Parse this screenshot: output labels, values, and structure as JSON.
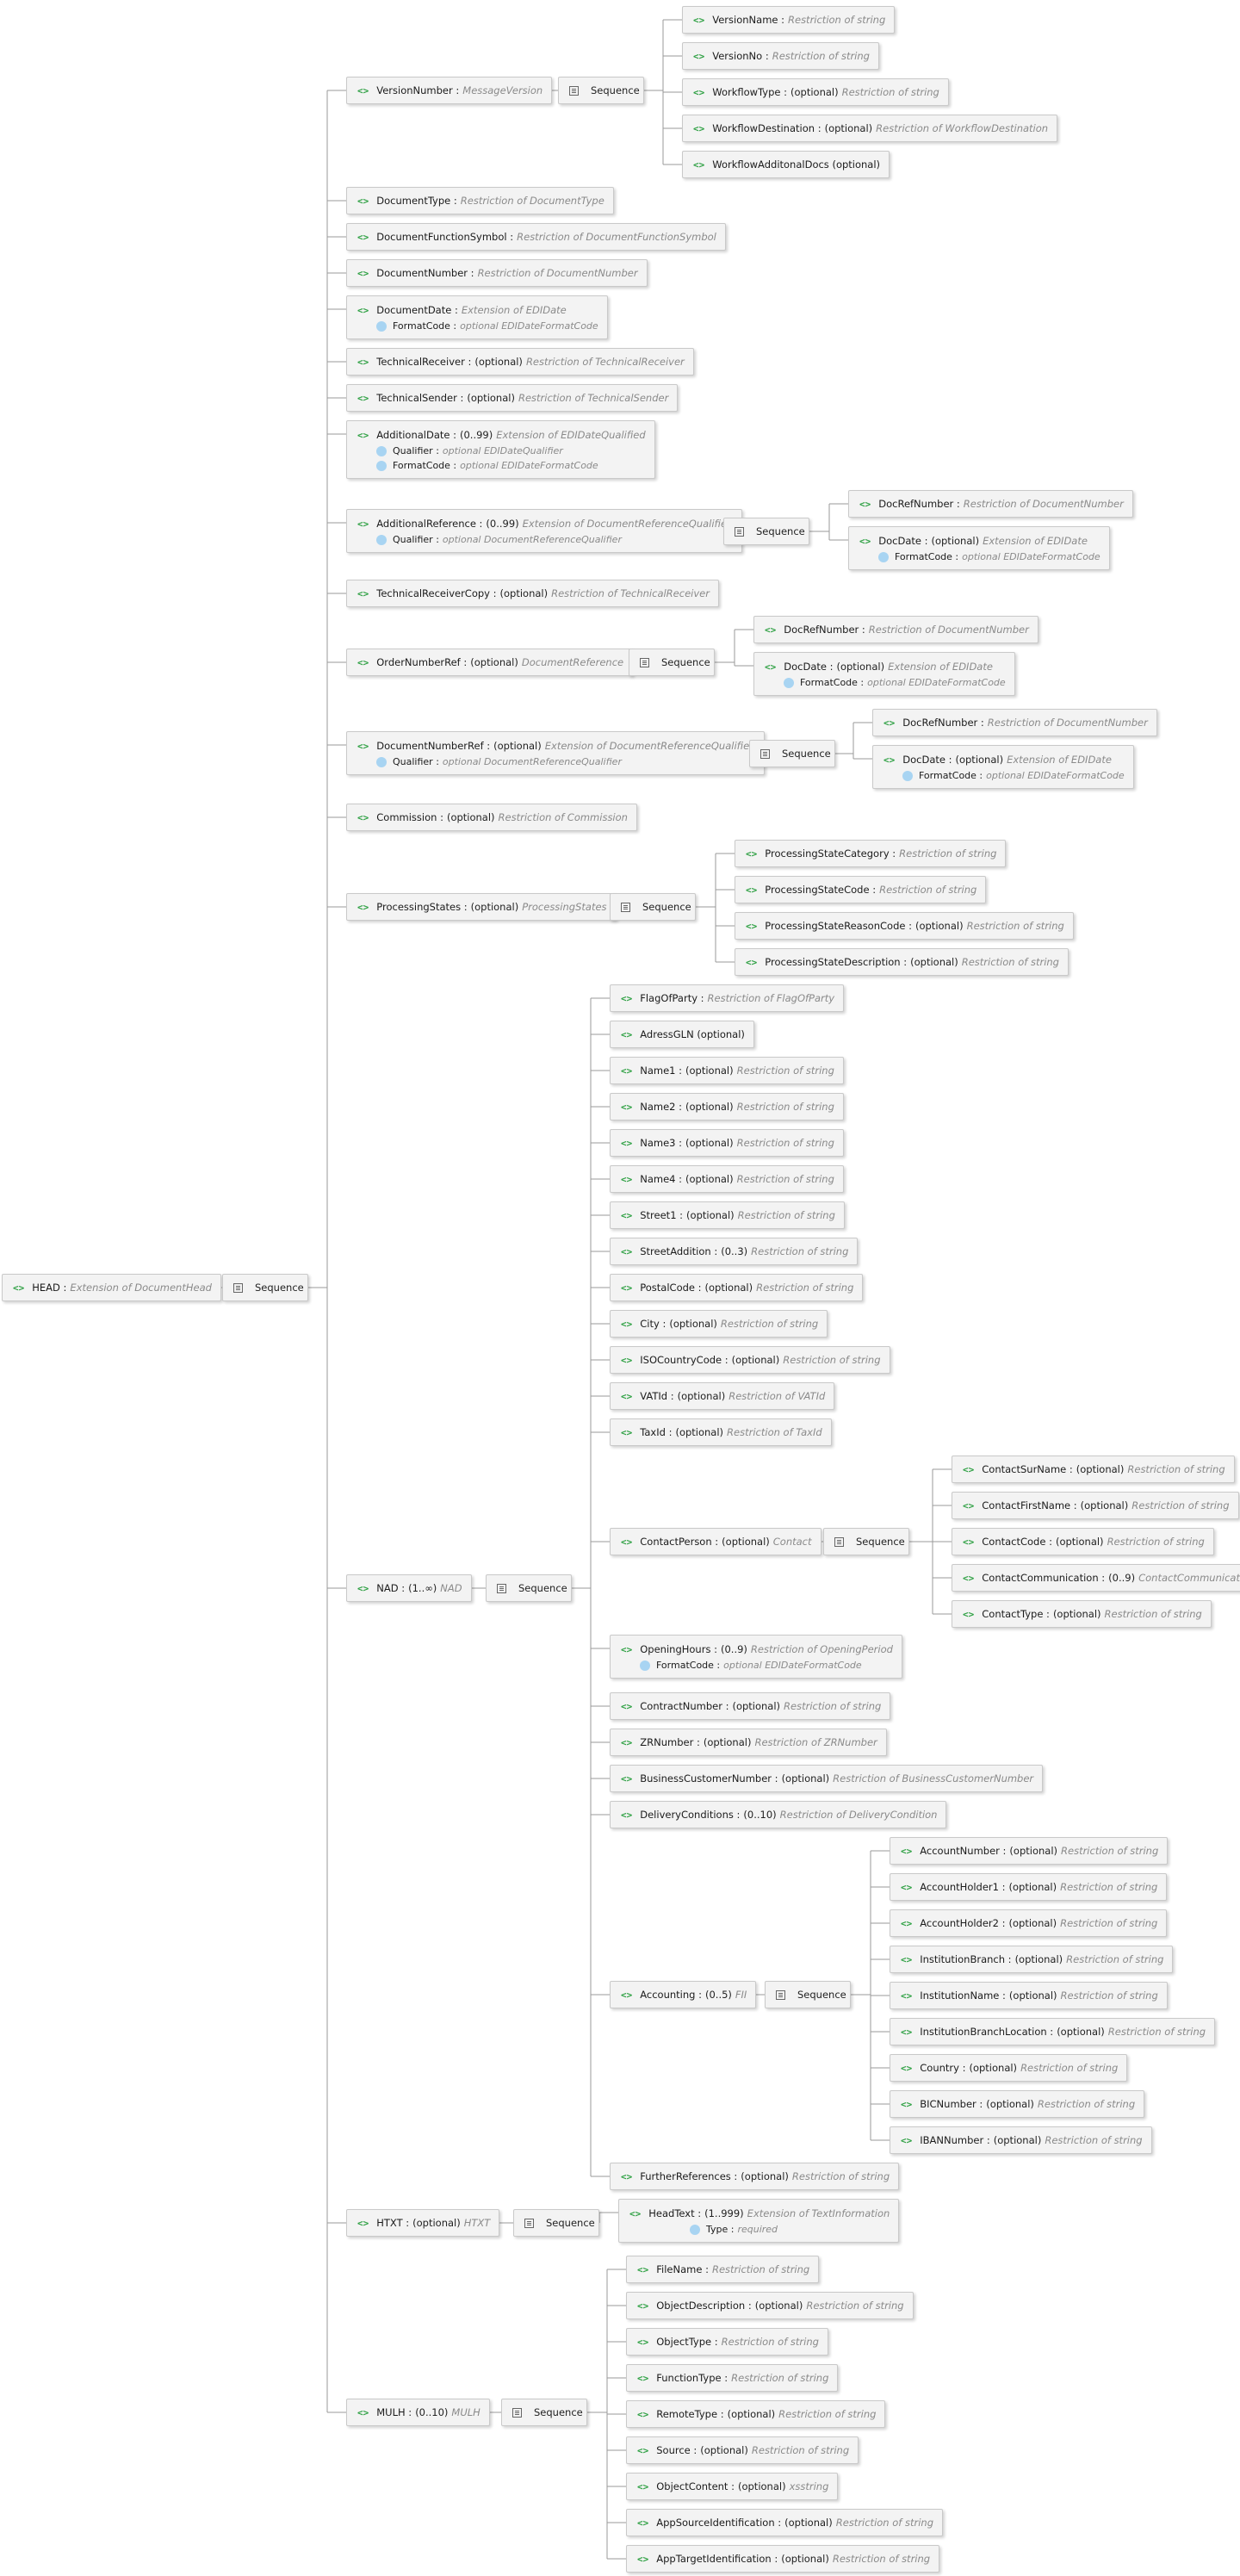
{
  "labels": {
    "sequence": "Sequence"
  },
  "root": {
    "name": "HEAD",
    "type": "Extension of DocumentHead"
  },
  "nodes": [
    {
      "id": "vn",
      "name": "VersionNumber",
      "type": "MessageVersion"
    },
    {
      "id": "vn1",
      "name": "VersionName",
      "type": "Restriction of string"
    },
    {
      "id": "vn2",
      "name": "VersionNo",
      "type": "Restriction of string"
    },
    {
      "id": "vn3",
      "name": "WorkflowType",
      "opt": "(optional)",
      "type": "Restriction of string"
    },
    {
      "id": "vn4",
      "name": "WorkflowDestination",
      "opt": "(optional)",
      "type": "Restriction of WorkflowDestination"
    },
    {
      "id": "vn5",
      "name": "WorkflowAdditonalDocs (optional)"
    },
    {
      "id": "dt",
      "name": "DocumentType",
      "type": "Restriction of DocumentType"
    },
    {
      "id": "dfs",
      "name": "DocumentFunctionSymbol",
      "type": "Restriction of DocumentFunctionSymbol"
    },
    {
      "id": "dn",
      "name": "DocumentNumber",
      "type": "Restriction of DocumentNumber"
    },
    {
      "id": "dd",
      "name": "DocumentDate",
      "type": "Extension of EDIDate",
      "attrs": [
        {
          "name": "FormatCode",
          "type": "optional EDIDateFormatCode"
        }
      ]
    },
    {
      "id": "tr",
      "name": "TechnicalReceiver",
      "opt": "(optional)",
      "type": "Restriction of TechnicalReceiver"
    },
    {
      "id": "ts",
      "name": "TechnicalSender",
      "opt": "(optional)",
      "type": "Restriction of TechnicalSender"
    },
    {
      "id": "ad",
      "name": "AdditionalDate",
      "opt": "(0..99)",
      "type": "Extension of EDIDateQualified",
      "attrs": [
        {
          "name": "Qualifier",
          "type": "optional EDIDateQualifier"
        },
        {
          "name": "FormatCode",
          "type": "optional EDIDateFormatCode"
        }
      ]
    },
    {
      "id": "ar",
      "name": "AdditionalReference",
      "opt": "(0..99)",
      "type": "Extension of DocumentReferenceQualified",
      "attrs": [
        {
          "name": "Qualifier",
          "type": "optional DocumentReferenceQualifier"
        }
      ]
    },
    {
      "id": "ar1",
      "name": "DocRefNumber",
      "type": "Restriction of DocumentNumber"
    },
    {
      "id": "ar2",
      "name": "DocDate",
      "opt": "(optional)",
      "type": "Extension of EDIDate",
      "attrs": [
        {
          "name": "FormatCode",
          "type": "optional EDIDateFormatCode"
        }
      ]
    },
    {
      "id": "trc",
      "name": "TechnicalReceiverCopy",
      "opt": "(optional)",
      "type": "Restriction of TechnicalReceiver"
    },
    {
      "id": "on",
      "name": "OrderNumberRef",
      "opt": "(optional)",
      "type": "DocumentReference"
    },
    {
      "id": "on1",
      "name": "DocRefNumber",
      "type": "Restriction of DocumentNumber"
    },
    {
      "id": "on2",
      "name": "DocDate",
      "opt": "(optional)",
      "type": "Extension of EDIDate",
      "attrs": [
        {
          "name": "FormatCode",
          "type": "optional EDIDateFormatCode"
        }
      ]
    },
    {
      "id": "dnr",
      "name": "DocumentNumberRef",
      "opt": "(optional)",
      "type": "Extension of DocumentReferenceQualified",
      "attrs": [
        {
          "name": "Qualifier",
          "type": "optional DocumentReferenceQualifier"
        }
      ]
    },
    {
      "id": "dnr1",
      "name": "DocRefNumber",
      "type": "Restriction of DocumentNumber"
    },
    {
      "id": "dnr2",
      "name": "DocDate",
      "opt": "(optional)",
      "type": "Extension of EDIDate",
      "attrs": [
        {
          "name": "FormatCode",
          "type": "optional EDIDateFormatCode"
        }
      ]
    },
    {
      "id": "com",
      "name": "Commission",
      "opt": "(optional)",
      "type": "Restriction of Commission"
    },
    {
      "id": "ps",
      "name": "ProcessingStates",
      "opt": "(optional)",
      "type": "ProcessingStates"
    },
    {
      "id": "ps1",
      "name": "ProcessingStateCategory",
      "type": "Restriction of string"
    },
    {
      "id": "ps2",
      "name": "ProcessingStateCode",
      "type": "Restriction of string"
    },
    {
      "id": "ps3",
      "name": "ProcessingStateReasonCode",
      "opt": "(optional)",
      "type": "Restriction of string"
    },
    {
      "id": "ps4",
      "name": "ProcessingStateDescription",
      "opt": "(optional)",
      "type": "Restriction of string"
    },
    {
      "id": "nad",
      "name": "NAD",
      "opt": "(1..∞)",
      "type": "NAD"
    },
    {
      "id": "n1",
      "name": "FlagOfParty",
      "type": "Restriction of FlagOfParty"
    },
    {
      "id": "n2",
      "name": "AdressGLN (optional)"
    },
    {
      "id": "n3",
      "name": "Name1",
      "opt": "(optional)",
      "type": "Restriction of string"
    },
    {
      "id": "n4",
      "name": "Name2",
      "opt": "(optional)",
      "type": "Restriction of string"
    },
    {
      "id": "n5",
      "name": "Name3",
      "opt": "(optional)",
      "type": "Restriction of string"
    },
    {
      "id": "n6",
      "name": "Name4",
      "opt": "(optional)",
      "type": "Restriction of string"
    },
    {
      "id": "n7",
      "name": "Street1",
      "opt": "(optional)",
      "type": "Restriction of string"
    },
    {
      "id": "n8",
      "name": "StreetAddition",
      "opt": "(0..3)",
      "type": "Restriction of string"
    },
    {
      "id": "n9",
      "name": "PostalCode",
      "opt": "(optional)",
      "type": "Restriction of string"
    },
    {
      "id": "n10",
      "name": "City",
      "opt": "(optional)",
      "type": "Restriction of string"
    },
    {
      "id": "n11",
      "name": "ISOCountryCode",
      "opt": "(optional)",
      "type": "Restriction of string"
    },
    {
      "id": "n12",
      "name": "VATId",
      "opt": "(optional)",
      "type": "Restriction of VATId"
    },
    {
      "id": "n13",
      "name": "TaxId",
      "opt": "(optional)",
      "type": "Restriction of TaxId"
    },
    {
      "id": "cp",
      "name": "ContactPerson",
      "opt": "(optional)",
      "type": "Contact"
    },
    {
      "id": "cp1",
      "name": "ContactSurName",
      "opt": "(optional)",
      "type": "Restriction of string"
    },
    {
      "id": "cp2",
      "name": "ContactFirstName",
      "opt": "(optional)",
      "type": "Restriction of string"
    },
    {
      "id": "cp3",
      "name": "ContactCode",
      "opt": "(optional)",
      "type": "Restriction of string"
    },
    {
      "id": "cp4",
      "name": "ContactCommunication",
      "opt": "(0..9)",
      "type": "ContactCommunication"
    },
    {
      "id": "cp5",
      "name": "ContactType",
      "opt": "(optional)",
      "type": "Restriction of string"
    },
    {
      "id": "oh",
      "name": "OpeningHours",
      "opt": "(0..9)",
      "type": "Restriction of OpeningPeriod",
      "attrs": [
        {
          "name": "FormatCode",
          "type": "optional EDIDateFormatCode"
        }
      ]
    },
    {
      "id": "n15",
      "name": "ContractNumber",
      "opt": "(optional)",
      "type": "Restriction of string"
    },
    {
      "id": "n16",
      "name": "ZRNumber",
      "opt": "(optional)",
      "type": "Restriction of ZRNumber"
    },
    {
      "id": "n17",
      "name": "BusinessCustomerNumber",
      "opt": "(optional)",
      "type": "Restriction of BusinessCustomerNumber"
    },
    {
      "id": "n18",
      "name": "DeliveryConditions",
      "opt": "(0..10)",
      "type": "Restriction of DeliveryCondition"
    },
    {
      "id": "acc",
      "name": "Accounting",
      "opt": "(0..5)",
      "type": "FII"
    },
    {
      "id": "a1",
      "name": "AccountNumber",
      "opt": "(optional)",
      "type": "Restriction of string"
    },
    {
      "id": "a2",
      "name": "AccountHolder1",
      "opt": "(optional)",
      "type": "Restriction of string"
    },
    {
      "id": "a3",
      "name": "AccountHolder2",
      "opt": "(optional)",
      "type": "Restriction of string"
    },
    {
      "id": "a4",
      "name": "InstitutionBranch",
      "opt": "(optional)",
      "type": "Restriction of string"
    },
    {
      "id": "a5",
      "name": "InstitutionName",
      "opt": "(optional)",
      "type": "Restriction of string"
    },
    {
      "id": "a6",
      "name": "InstitutionBranchLocation",
      "opt": "(optional)",
      "type": "Restriction of string"
    },
    {
      "id": "a7",
      "name": "Country",
      "opt": "(optional)",
      "type": "Restriction of string"
    },
    {
      "id": "a8",
      "name": "BICNumber",
      "opt": "(optional)",
      "type": "Restriction of string"
    },
    {
      "id": "a9",
      "name": "IBANNumber",
      "opt": "(optional)",
      "type": "Restriction of string"
    },
    {
      "id": "n20",
      "name": "FurtherReferences",
      "opt": "(optional)",
      "type": "Restriction of string"
    },
    {
      "id": "htxt",
      "name": "HTXT",
      "opt": "(optional)",
      "type": "HTXT"
    },
    {
      "id": "ht1",
      "name": "HeadText",
      "opt": "(1..999)",
      "type": "Extension of TextInformation",
      "attrs": [
        {
          "name": "Type",
          "type": "required",
          "right": true
        }
      ]
    },
    {
      "id": "mulh",
      "name": "MULH",
      "opt": "(0..10)",
      "type": "MULH"
    },
    {
      "id": "m1",
      "name": "FileName",
      "type": "Restriction of string"
    },
    {
      "id": "m2",
      "name": "ObjectDescription",
      "opt": "(optional)",
      "type": "Restriction of string"
    },
    {
      "id": "m3",
      "name": "ObjectType",
      "type": "Restriction of string"
    },
    {
      "id": "m4",
      "name": "FunctionType",
      "type": "Restriction of string"
    },
    {
      "id": "m5",
      "name": "RemoteType",
      "opt": "(optional)",
      "type": "Restriction of string"
    },
    {
      "id": "m6",
      "name": "Source",
      "opt": "(optional)",
      "type": "Restriction of string"
    },
    {
      "id": "m7",
      "name": "ObjectContent",
      "opt": "(optional)",
      "type": "xsstring"
    },
    {
      "id": "m8",
      "name": "AppSourceIdentification",
      "opt": "(optional)",
      "type": "Restriction of string"
    },
    {
      "id": "m9",
      "name": "AppTargetIdentification",
      "opt": "(optional)",
      "type": "Restriction of string"
    }
  ]
}
